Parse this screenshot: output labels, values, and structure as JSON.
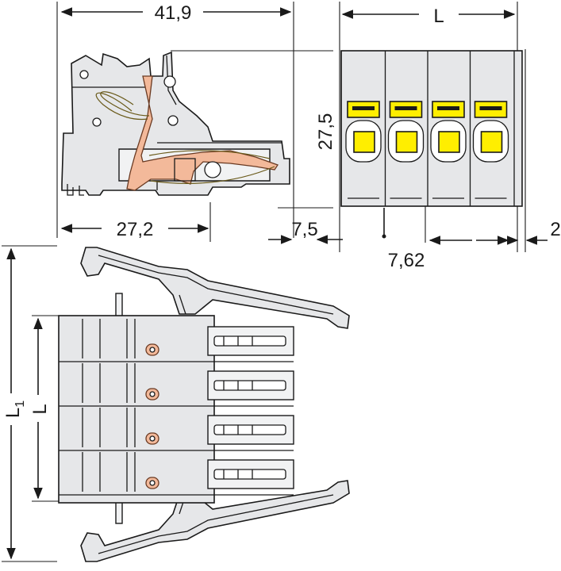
{
  "dimensions": {
    "top_width": "41,9",
    "top_length": "L",
    "height": "27,5",
    "depth": "27,2",
    "offset": "7,5",
    "pitch": "7,62",
    "edge": "2",
    "bottom_total": "L",
    "bottom_total_sub": "1",
    "bottom_pitch": "L"
  },
  "poles": 4,
  "colors": {
    "housing": "#e6e7e9",
    "actuator": "#ffee00",
    "contact": "#f3b99a",
    "line": "#1a1a1a"
  }
}
